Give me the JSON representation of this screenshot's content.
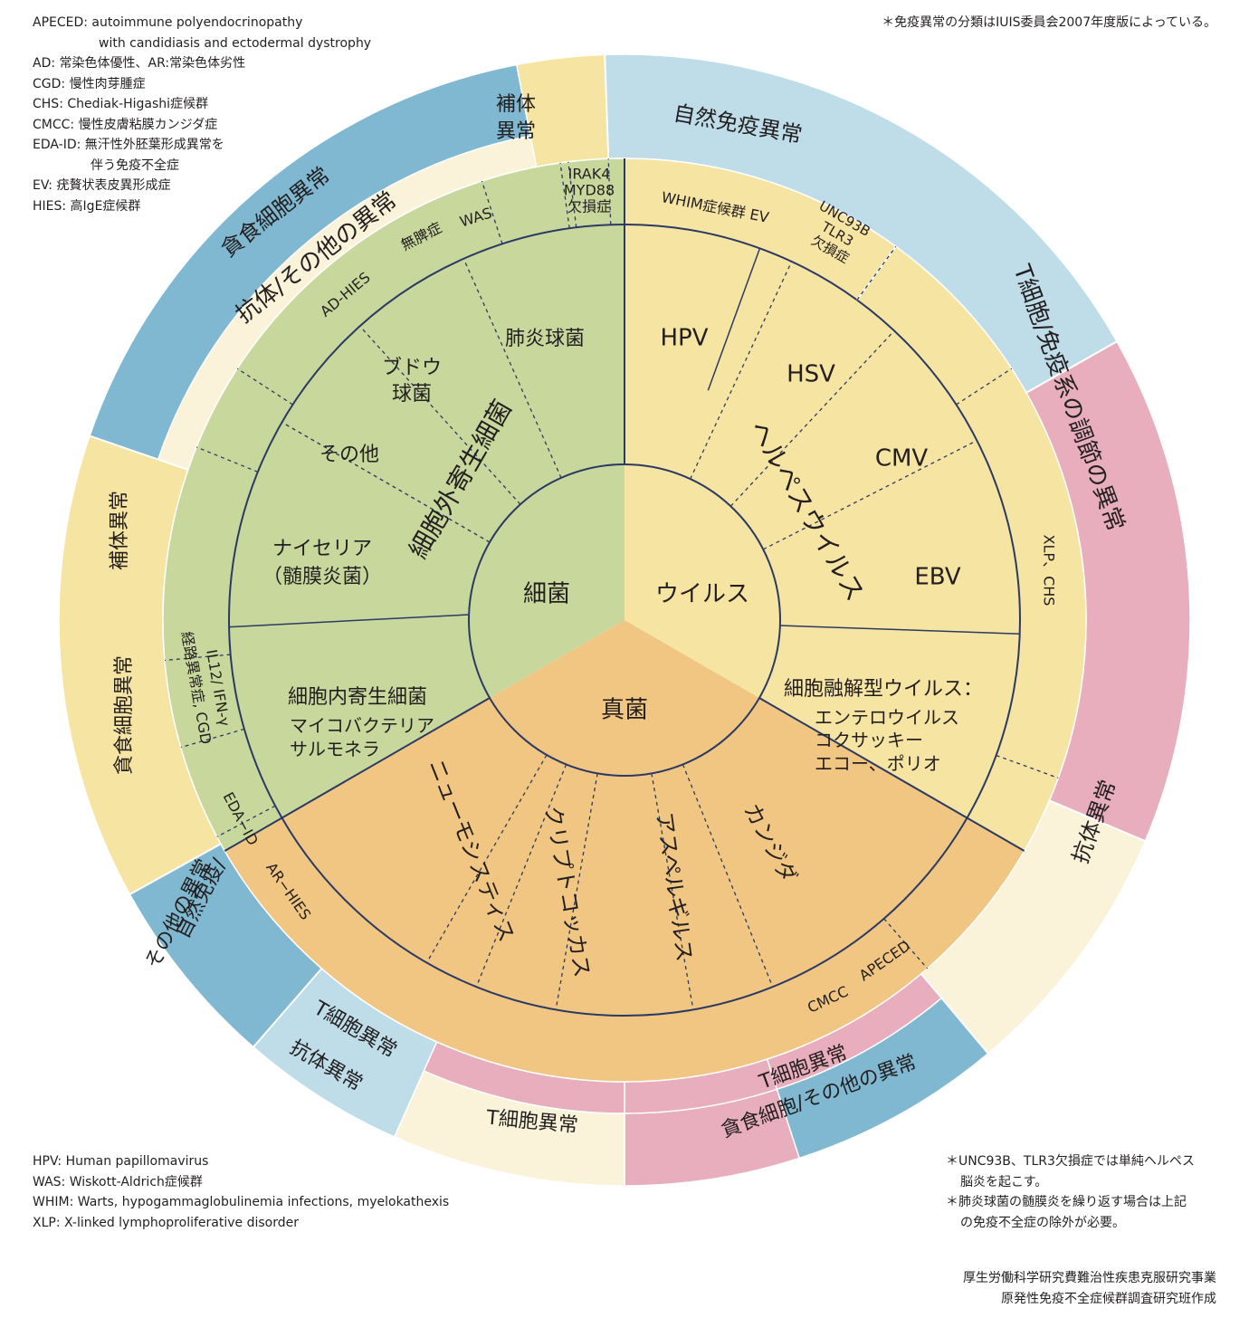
{
  "notes": {
    "abbrev_top": [
      "APECED: autoimmune polyendocrinopathy",
      "with candidiasis and ectodermal dystrophy",
      "AD: 常染色体優性、AR:常染色体劣性",
      "CGD: 慢性肉芽腫症",
      "CHS: Chediak-Higashi症候群",
      "CMCC: 慢性皮膚粘膜カンジダ症",
      "EDA-ID: 無汗性外胚葉形成異常を",
      "伴う免疫不全症",
      "EV: 疣贅状表皮異形成症",
      "HIES: 高IgE症候群"
    ],
    "classification_note": "＊免疫異常の分類はIUIS委員会2007年度版によっている。",
    "abbrev_bottom": [
      "HPV: Human papillomavirus",
      "WAS: Wiskott-Aldrich症候群",
      "WHIM: Warts, hypogammaglobulinemia infections, myelokathexis",
      "XLP: X-linked lymphoproliferative disorder"
    ],
    "footnotes": [
      "＊UNC93B、TLR3欠損症では単純ヘルペス",
      "脳炎を起こす。",
      "＊肺炎球菌の髄膜炎を繰り返す場合は上記",
      "の免疫不全症の除外が必要。"
    ],
    "credits": [
      "厚生労働科学研究費難治性疾患克服研究事業",
      "原発性免疫不全症候群調査研究班作成"
    ]
  },
  "diagram": {
    "colors": {
      "bacteria": "#c8d89c",
      "virus": "#f6e4a2",
      "fungi": "#f0c682",
      "line": "#2b3a63",
      "phagocyte": "#7fb8d0",
      "innate": "#bfdde8",
      "antibody": "#fbf3d9",
      "tcell": "#e8aebd",
      "complement": "#f6e4a2"
    },
    "center": {
      "bacteria": "細菌",
      "virus": "ウイルス",
      "fungi": "真菌"
    },
    "bacteria": {
      "extracellular": "細胞外寄生細菌",
      "pneumococcus": "肺炎球菌",
      "staph_1": "ブドウ",
      "staph_2": "球菌",
      "other": "その他",
      "neisseria_1": "ナイセリア",
      "neisseria_2": "（髄膜炎菌）",
      "intracellular": "細胞内寄生細菌",
      "mycobacteria": "マイコバクテリア",
      "salmonella": "サルモネラ"
    },
    "virus": {
      "hpv": "HPV",
      "hsv": "HSV",
      "cmv": "CMV",
      "ebv": "EBV",
      "herpes": "ヘルペスウイルス",
      "lytic": "細胞融解型ウイルス：",
      "entero": "エンテロウイルス",
      "coxsackie": "コクサッキー",
      "echo_polio": "エコー、ポリオ"
    },
    "fungi": {
      "pneumocystis": "ニューモシスティス",
      "cryptococcus": "クリプトコッカス",
      "aspergillus": "アスペルギルス",
      "candida": "カンジダ"
    },
    "diseases": {
      "irak4_1": "IRAK4",
      "irak4_2": "MYD88",
      "irak4_3": "欠損症",
      "was": "WAS",
      "asplenia": "無脾症",
      "ad_hies": "AD-HIES",
      "whim_ev": "WHIM症候群 EV",
      "unc93b_1": "UNC93B",
      "unc93b_2": "TLR3",
      "unc93b_3": "欠損症",
      "xlp_chs": "XLP、CHS",
      "il12_1": "IL12/ IFN-γ",
      "il12_2": "経路異常症, CGD",
      "eda_id": "EDA−ID",
      "ar_hies": "AR−HIES",
      "cmcc": "CMCC",
      "apeced": "APECED"
    },
    "immune": {
      "t_cell_reg": "T細胞/免疫系の調節の異常",
      "innate": "自然免疫異常",
      "complement_top_1": "補体",
      "complement_top_2": "異常",
      "antibody_other": "抗体/その他の異常",
      "phagocyte_top": "貪食細胞異常",
      "complement_left": "補体異常",
      "phagocyte_left": "貪食細胞異常",
      "innate_other_1": "自然免疫/",
      "innate_other_2": "その他の異常",
      "tcell_a": "T細胞異常",
      "antibody_bottom": "抗体異常",
      "tcell_b": "T細胞異常",
      "tcell_c": "T細胞異常",
      "phagocyte_other": "貪食細胞/その他の異常",
      "antibody_right": "抗体異常"
    }
  }
}
